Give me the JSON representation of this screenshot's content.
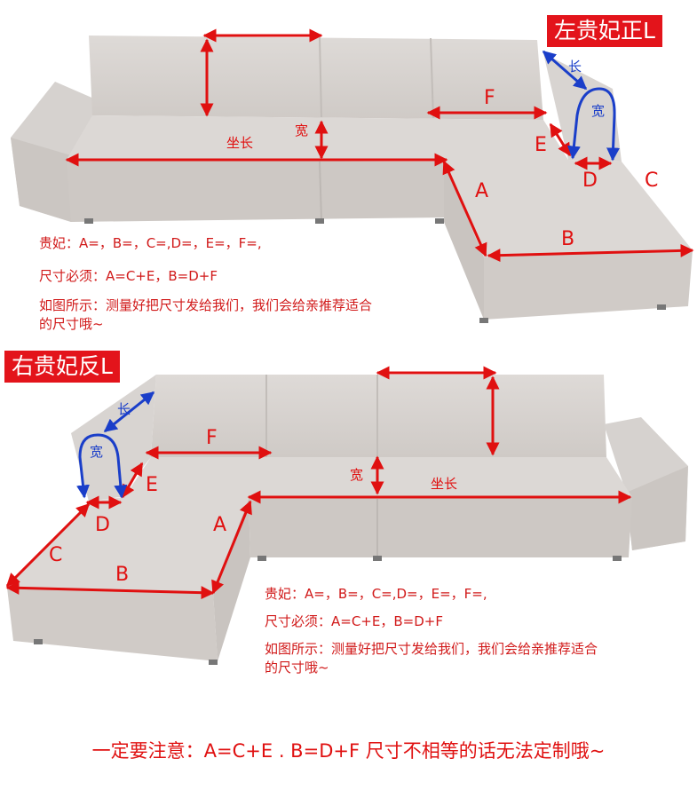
{
  "top_sofa": {
    "tag": "左贵妃正L",
    "labels": {
      "length": "长",
      "width": "宽",
      "seat_length": "坐长",
      "depth": "宽",
      "A": "A",
      "B": "B",
      "C": "C",
      "D": "D",
      "E": "E",
      "F": "F"
    },
    "notes": {
      "line1": "贵妃：A=，B=，C=,D=，E=，F=,",
      "line2": "尺寸必须：A=C+E，B=D+F",
      "line3a": "如图所示：测量好把尺寸发给我们，我们会给亲推荐适合",
      "line3b": "的尺寸哦~"
    }
  },
  "bottom_sofa": {
    "tag": "右贵妃反L",
    "labels": {
      "length": "长",
      "width": "宽",
      "seat_length": "坐长",
      "depth": "宽",
      "A": "A",
      "B": "B",
      "C": "C",
      "D": "D",
      "E": "E",
      "F": "F"
    },
    "notes": {
      "line1": "贵妃：A=，B=，C=,D=，E=，F=,",
      "line2": "尺寸必须：A=C+E，B=D+F",
      "line3a": "如图所示：测量好把尺寸发给我们，我们会给亲推荐适合",
      "line3b": "的尺寸哦~"
    }
  },
  "footer": "一定要注意：A=C+E . B=D+F  尺寸不相等的话无法定制哦~",
  "colors": {
    "accent": "#e01010",
    "blue": "#1a3ec9",
    "tag_bg": "#e3141b",
    "sofa": "#d9d5d2"
  }
}
